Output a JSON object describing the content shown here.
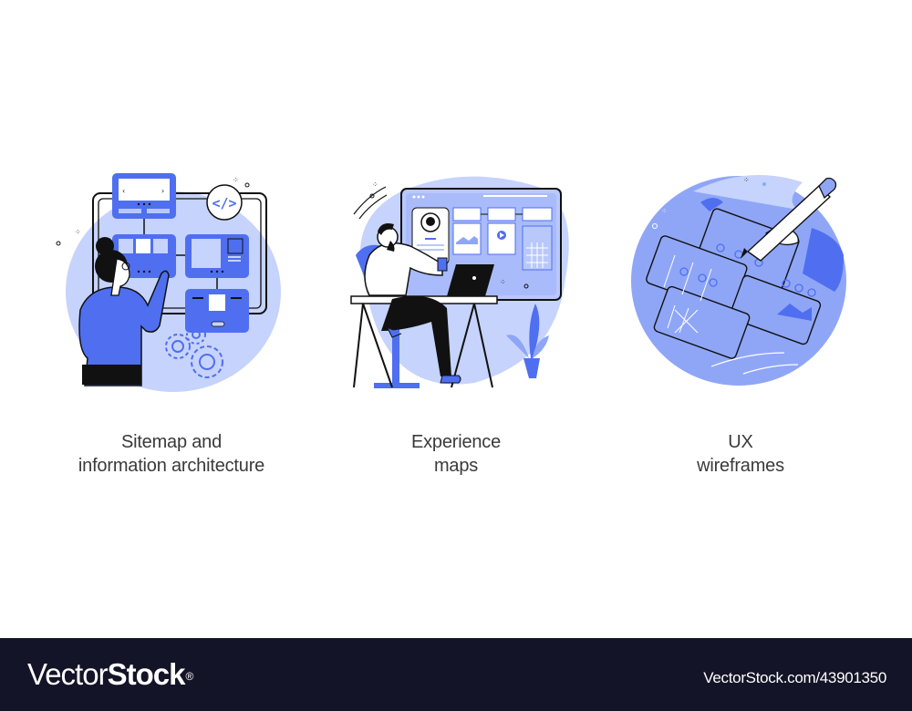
{
  "colors": {
    "accent": "#4f6ff0",
    "accent_light": "#b9c8fb",
    "accent_mid": "#8fa6f7",
    "ink": "#111111",
    "footer_bg": "#131427",
    "caption_text": "#3a3a3a"
  },
  "illustrations": [
    {
      "id": "sitemap",
      "caption_line1": "Sitemap and",
      "caption_line2": "information architecture",
      "code_icon_text": "</>"
    },
    {
      "id": "experience-maps",
      "caption_line1": "Experience",
      "caption_line2": "maps"
    },
    {
      "id": "ux-wireframes",
      "caption_line1": "UX",
      "caption_line2": "wireframes"
    }
  ],
  "footer": {
    "logo_light": "Vector",
    "logo_bold": "Stock",
    "logo_mark": "®",
    "image_ref": "VectorStock.com/43901350"
  }
}
